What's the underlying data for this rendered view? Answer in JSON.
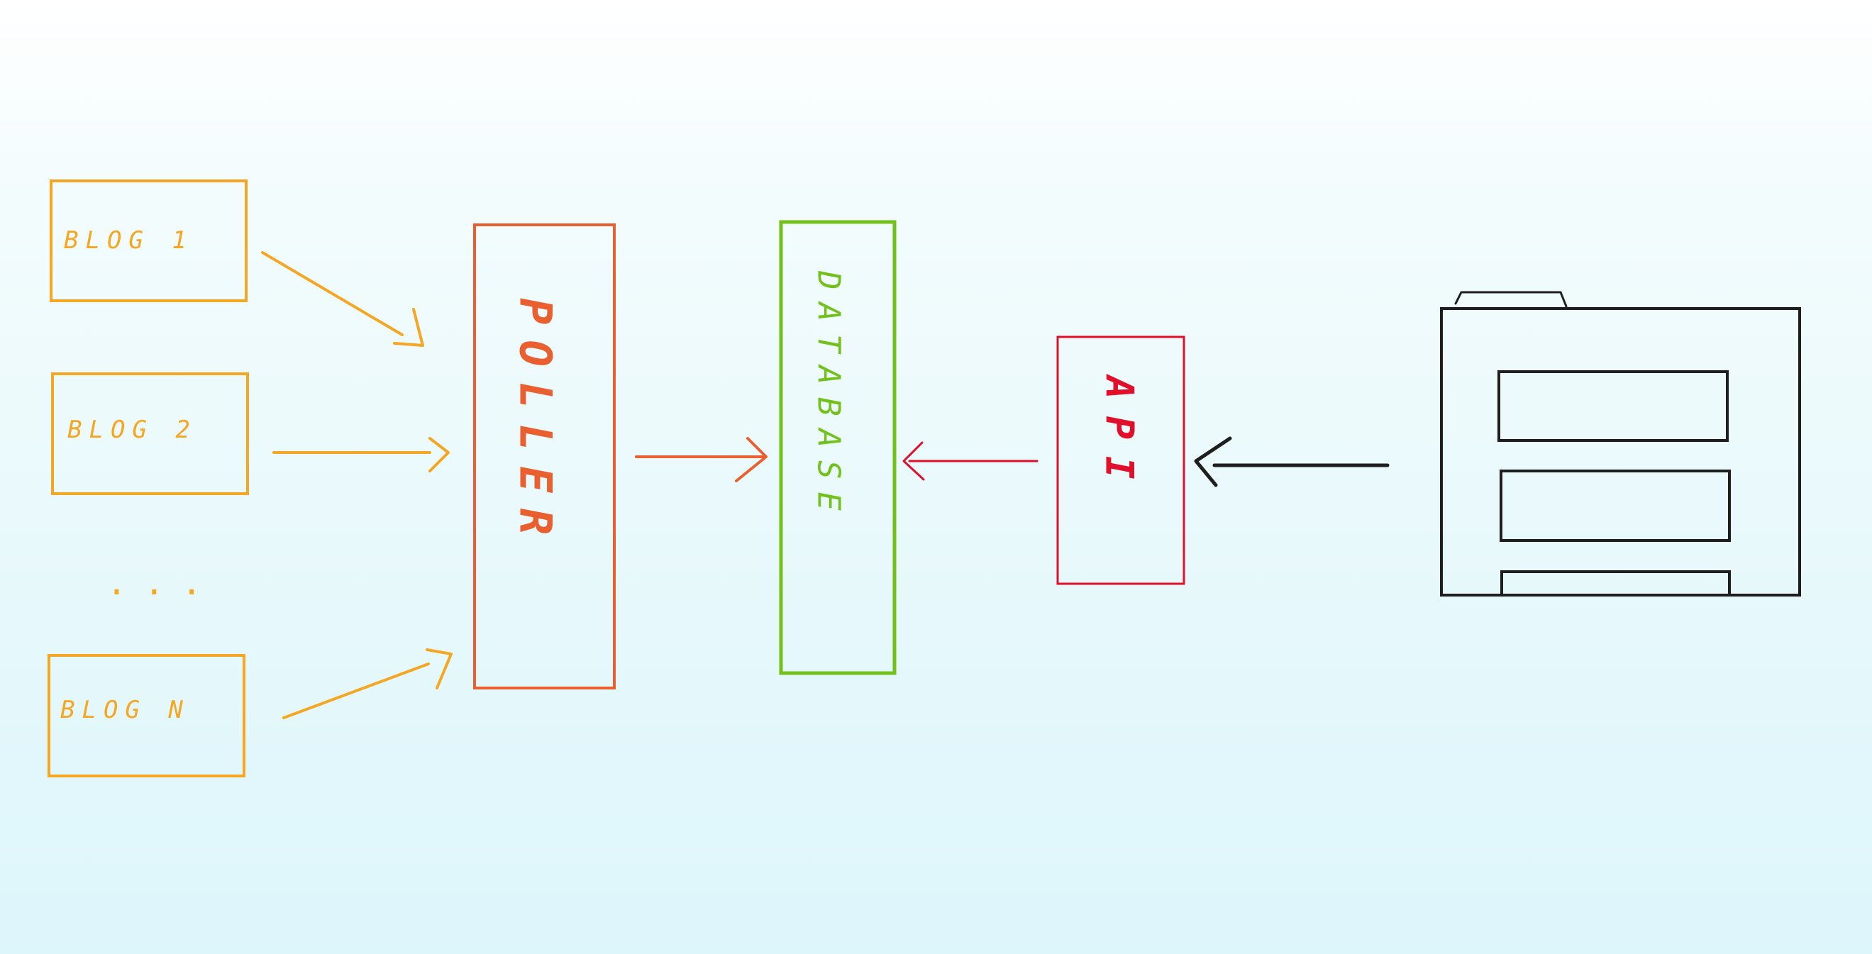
{
  "colors": {
    "blog": "#f5a623",
    "poller": "#e95f2f",
    "database": "#72c11a",
    "api": "#e0102a",
    "client": "#1e1e1e"
  },
  "blogs": [
    {
      "label": "BLOG 1"
    },
    {
      "label": "BLOG 2"
    },
    {
      "label": "BLOG N"
    }
  ],
  "ellipsis": "...",
  "poller": {
    "label": "POLLER"
  },
  "database": {
    "label": "DATABASE"
  },
  "api": {
    "label": "API"
  },
  "client": {
    "icon": "app-window-icon"
  }
}
